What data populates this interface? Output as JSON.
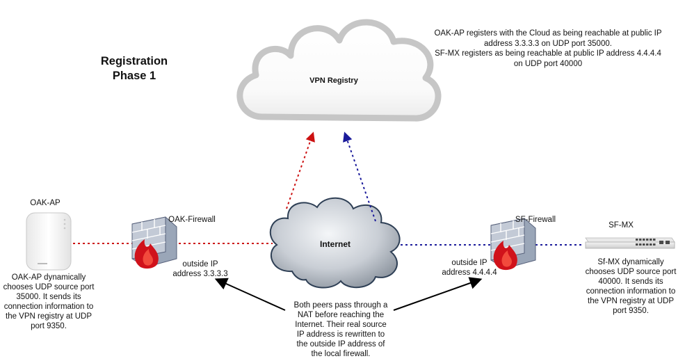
{
  "title": {
    "line1": "Registration",
    "line2": "Phase 1"
  },
  "registry_note": {
    "line1": "OAK-AP registers with the Cloud as being reachable at public IP",
    "line2": "address 3.3.3.3 on UDP port 35000.",
    "line3": "SF-MX registers as being reachable at public IP address 4.4.4.4",
    "line4": "on UDP port 40000"
  },
  "vpn_registry": {
    "label": "VPN Registry"
  },
  "internet": {
    "label": "Internet"
  },
  "oak_ap": {
    "label": "OAK-AP",
    "description": [
      "OAK-AP dynamically",
      "chooses UDP source port",
      "35000. It sends its",
      "connection information to",
      "the VPN registry at UDP",
      "port 9350."
    ]
  },
  "oak_firewall": {
    "label": "OAK-Firewall",
    "outside_ip": [
      "outside IP",
      "address 3.3.3.3"
    ]
  },
  "sf_firewall": {
    "label": "SF-Firewall",
    "outside_ip": [
      "outside IP",
      "address 4.4.4.4"
    ]
  },
  "sf_mx": {
    "label": "SF-MX",
    "description": [
      "Sf-MX dynamically",
      "chooses UDP source port",
      "40000. It sends its",
      "connection information to",
      "the VPN registry at UDP",
      "port 9350."
    ]
  },
  "nat_note": [
    "Both peers pass through a",
    "NAT before reaching the",
    "Internet. Their real source",
    "IP address is rewritten to",
    "the outside IP address of",
    "the local firewall."
  ],
  "colors": {
    "oak_path": "#cc1111",
    "sf_path": "#1a1a9a",
    "arrow": "#000000"
  }
}
